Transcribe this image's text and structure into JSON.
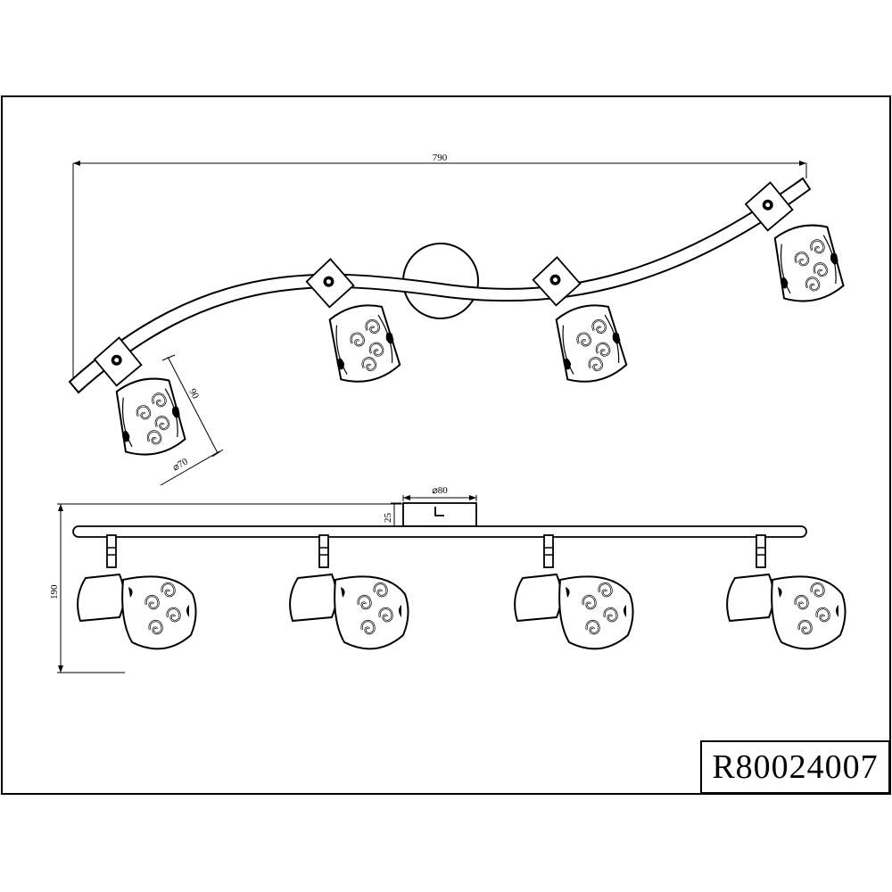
{
  "title_block": {
    "product_code": "R80024007"
  },
  "dimensions": {
    "total_width": "790",
    "shade_length": "90",
    "shade_diameter": "⌀70",
    "canopy_diameter": "⌀80",
    "canopy_height": "25",
    "total_height": "190"
  },
  "views": {
    "top_view": {
      "spotlight_count": 4
    },
    "front_view": {
      "spotlight_count": 4
    }
  }
}
